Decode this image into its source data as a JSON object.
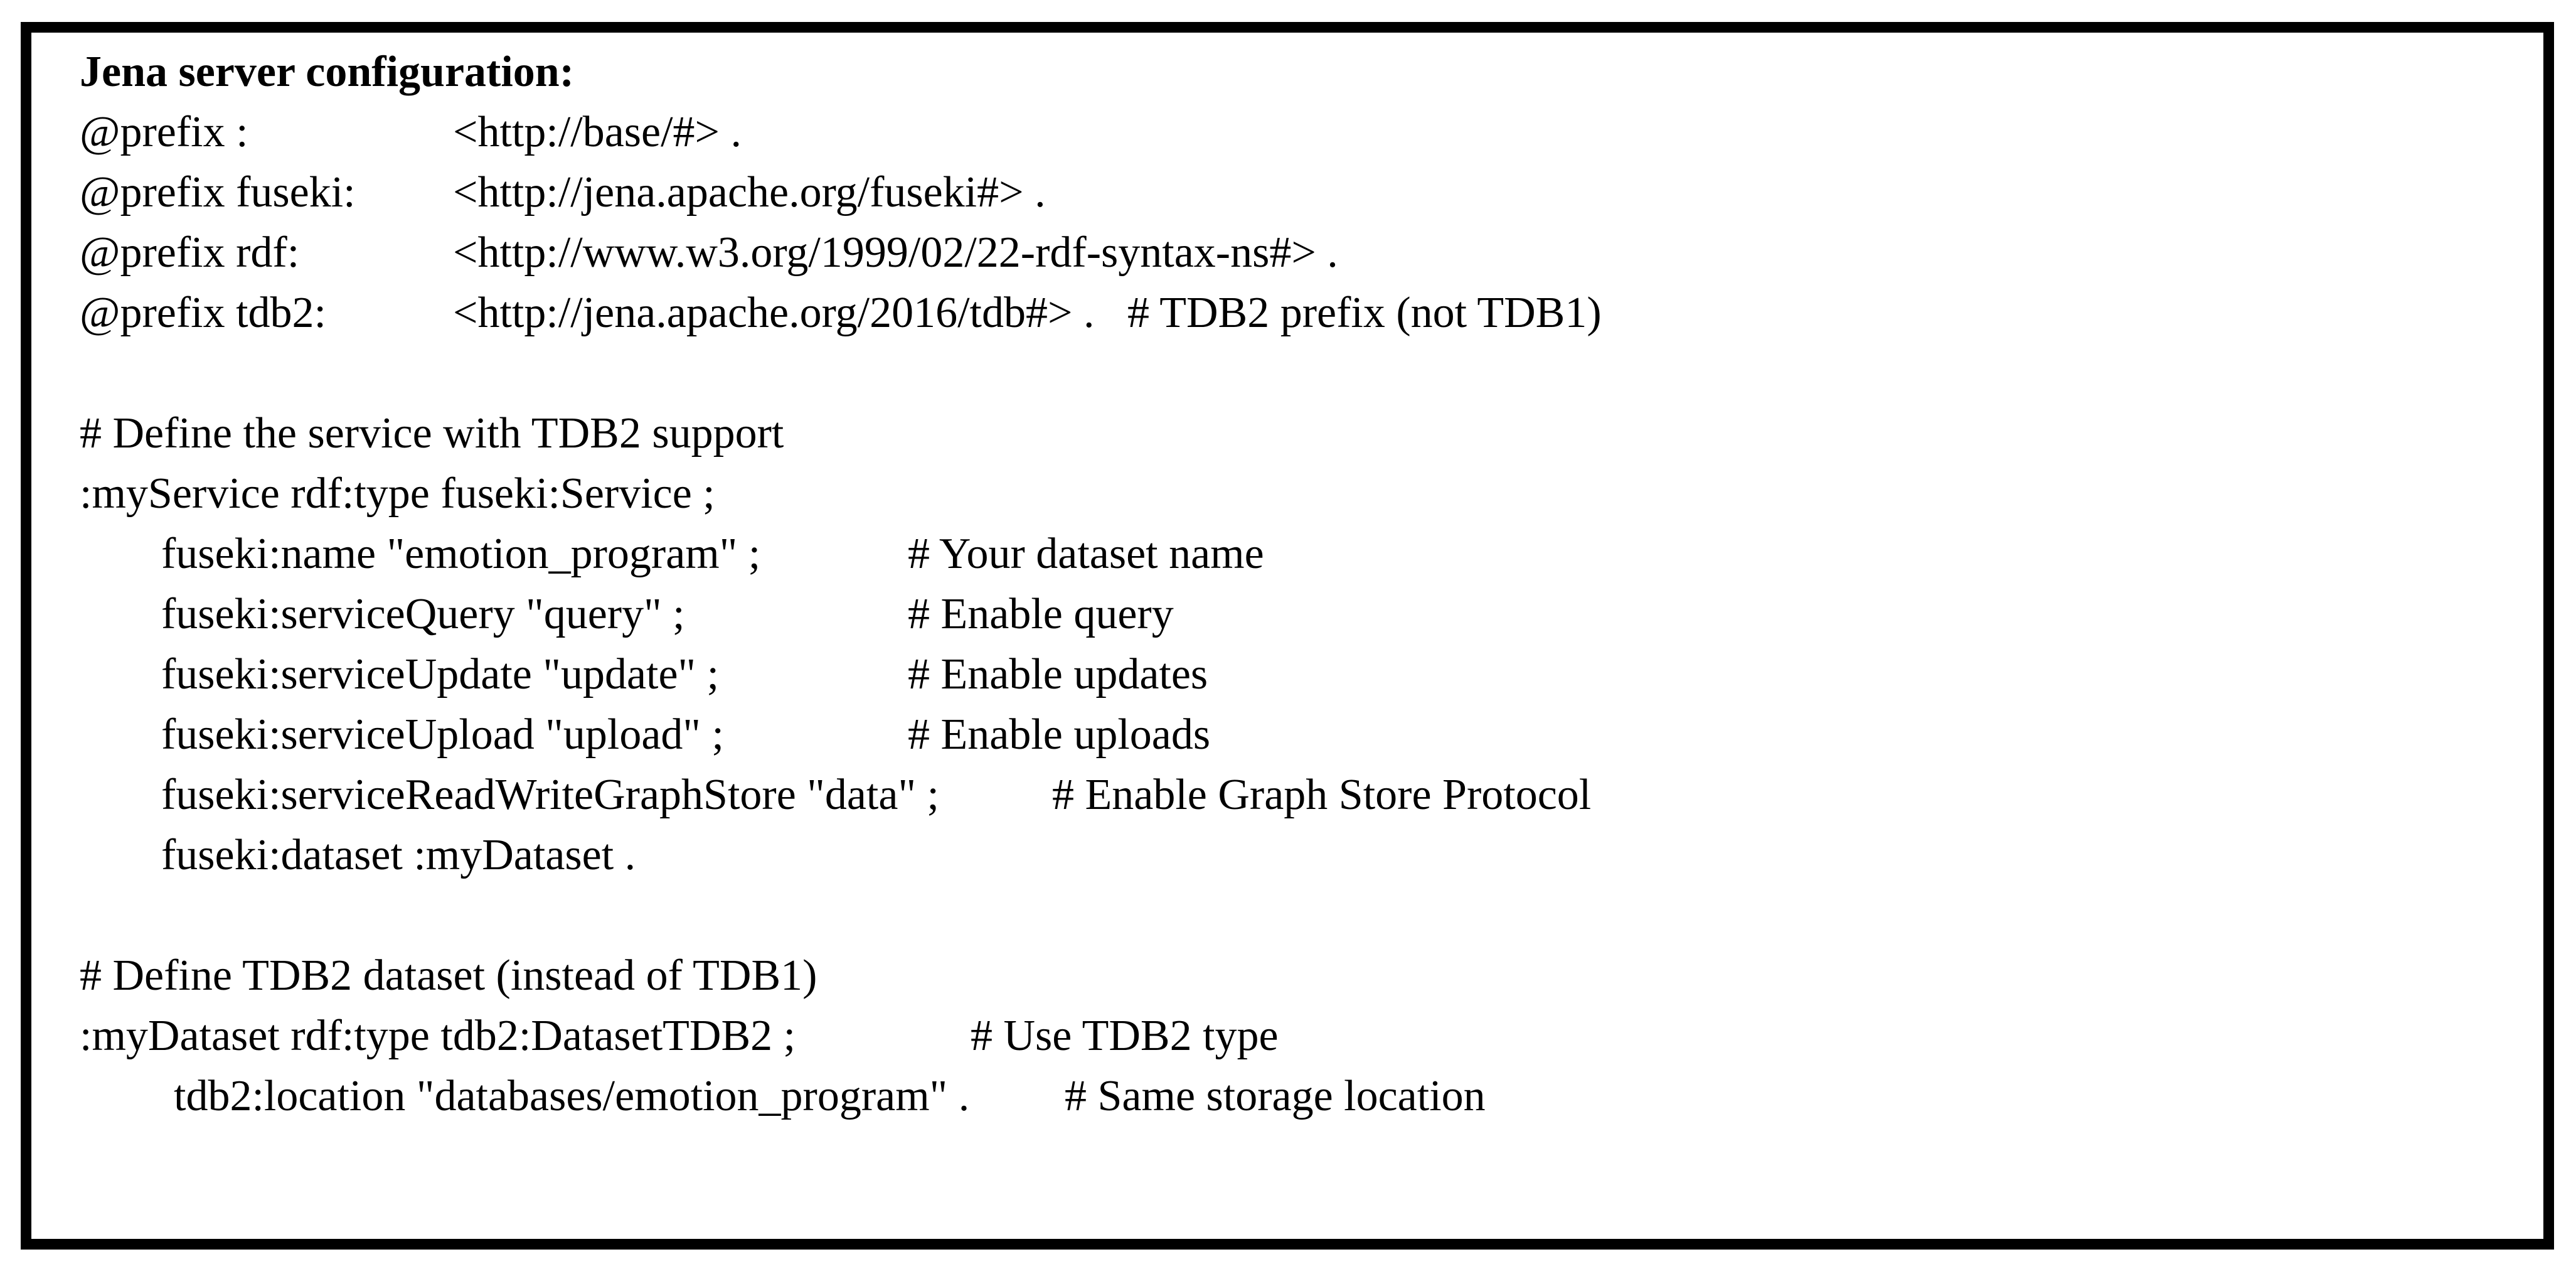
{
  "figure": {
    "title": "Jena server configuration:",
    "border_color": "#000000",
    "background_color": "#ffffff",
    "text_color": "#000000"
  },
  "code": {
    "language": "turtle",
    "prefixes": [
      {
        "keyword": "@prefix :",
        "uri": "<http://base/#> .",
        "comment": ""
      },
      {
        "keyword": "@prefix fuseki:",
        "uri": "<http://jena.apache.org/fuseki#> .",
        "comment": ""
      },
      {
        "keyword": "@prefix rdf:",
        "uri": "<http://www.w3.org/1999/02/22-rdf-syntax-ns#> .",
        "comment": ""
      },
      {
        "keyword": "@prefix tdb2:",
        "uri": "<http://jena.apache.org/2016/tdb#> .",
        "comment": "# TDB2 prefix (not TDB1)"
      }
    ],
    "service": {
      "comment": "# Define the service with TDB2 support",
      "subject": ":myService rdf:type fuseki:Service ;",
      "properties": [
        {
          "statement": "fuseki:name \"emotion_program\" ;",
          "comment": "# Your dataset name"
        },
        {
          "statement": "fuseki:serviceQuery \"query\" ;",
          "comment": "# Enable query"
        },
        {
          "statement": "fuseki:serviceUpdate \"update\" ;",
          "comment": "# Enable updates"
        },
        {
          "statement": "fuseki:serviceUpload \"upload\" ;",
          "comment": "# Enable uploads"
        },
        {
          "statement": "fuseki:serviceReadWriteGraphStore \"data\" ;",
          "comment": "# Enable Graph Store Protocol"
        },
        {
          "statement": "fuseki:dataset :myDataset .",
          "comment": ""
        }
      ]
    },
    "dataset": {
      "comment": "# Define TDB2 dataset (instead of TDB1)",
      "subject": ":myDataset rdf:type tdb2:DatasetTDB2 ;",
      "subject_comment": "# Use TDB2 type",
      "location_statement": "tdb2:location \"databases/emotion_program\" .",
      "location_comment": "# Same storage location"
    }
  }
}
